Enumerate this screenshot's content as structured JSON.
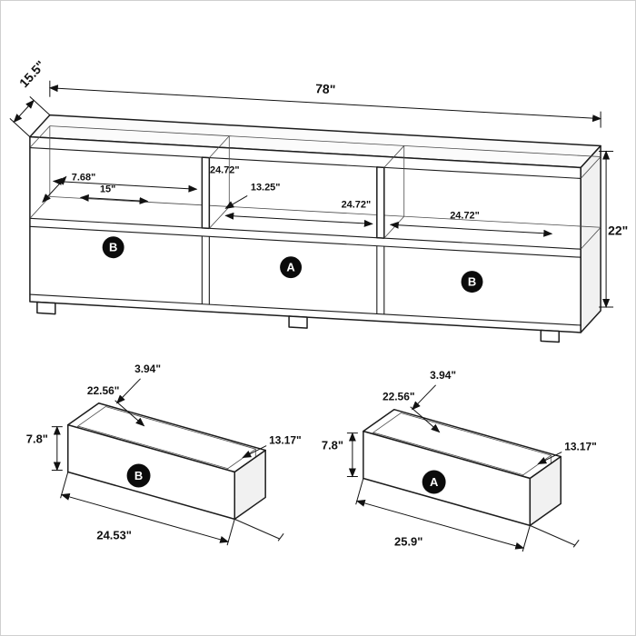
{
  "console": {
    "overall": {
      "width": "78\"",
      "depth": "15.5\"",
      "height": "22\""
    },
    "interior": {
      "opening_depth": "7.68\"",
      "left_width": "24.72\"",
      "left_opening": "15\"",
      "middle_opening": "13.25\"",
      "middle_width": "24.72\"",
      "right_width": "24.72\""
    },
    "drawer_labels": {
      "left": "B",
      "middle": "A",
      "right": "B"
    }
  },
  "drawer_b": {
    "label": "B",
    "top": "3.94\"",
    "depth": "22.56\"",
    "height": "7.8\"",
    "inner": "13.17\"",
    "width": "24.53\""
  },
  "drawer_a": {
    "label": "A",
    "top": "3.94\"",
    "depth": "22.56\"",
    "height": "7.8\"",
    "inner": "13.17\"",
    "width": "25.9\""
  }
}
